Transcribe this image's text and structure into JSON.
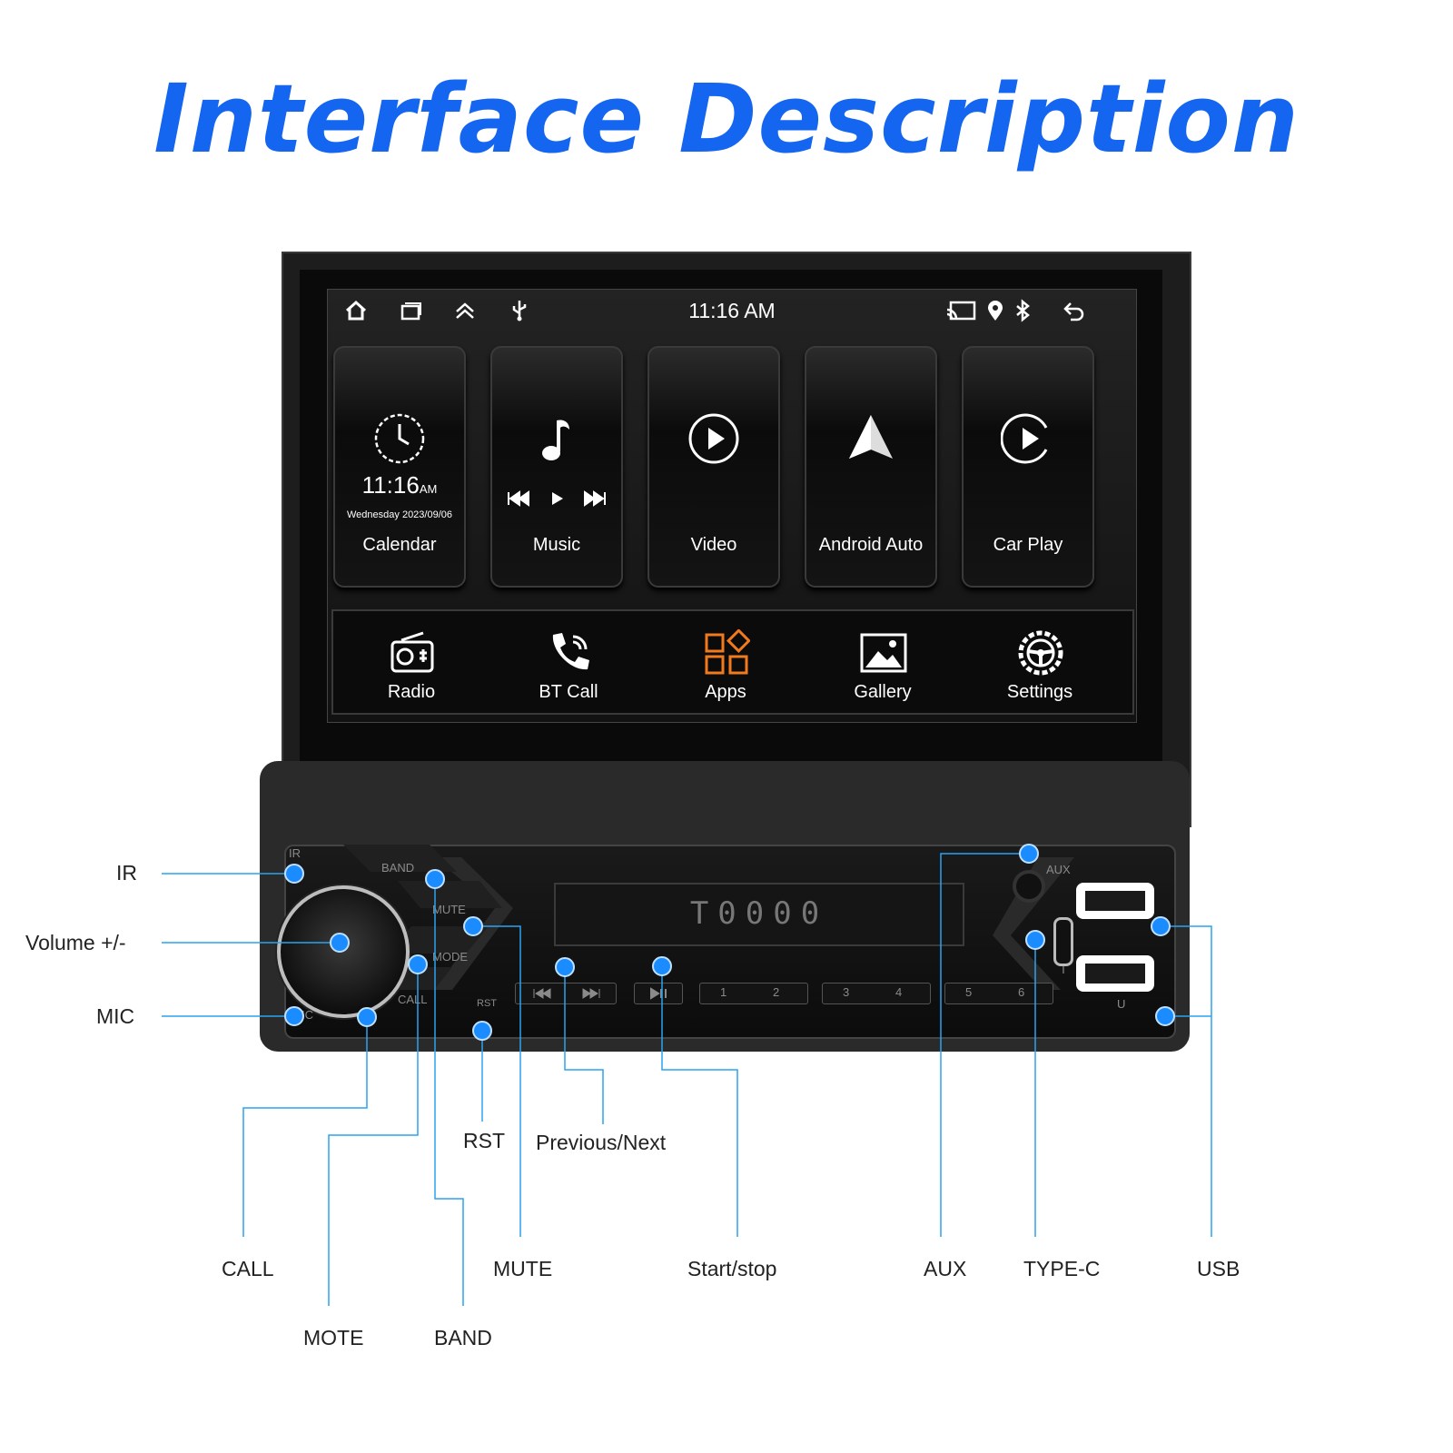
{
  "title": "Interface Description",
  "screen": {
    "status_time": "11:16 AM",
    "status_icons_left": [
      "home-icon",
      "recent-apps-icon",
      "collapse-icon",
      "usb-icon"
    ],
    "status_icons_right": [
      "cast-icon",
      "location-icon",
      "bluetooth-icon",
      "back-icon"
    ],
    "tiles": [
      {
        "label": "Calendar",
        "time": "11:16",
        "ampm": "AM",
        "date": "Wednesday 2023/09/06",
        "icon": "clock-icon"
      },
      {
        "label": "Music",
        "icon": "music-note-icon"
      },
      {
        "label": "Video",
        "icon": "play-circle-icon"
      },
      {
        "label": "Android Auto",
        "icon": "navigation-arrow-icon"
      },
      {
        "label": "Car Play",
        "icon": "play-circle-icon"
      }
    ],
    "dock": [
      {
        "label": "Radio",
        "icon": "radio-icon"
      },
      {
        "label": "BT Call",
        "icon": "phone-icon"
      },
      {
        "label": "Apps",
        "icon": "apps-grid-icon",
        "color": "#f07a1c"
      },
      {
        "label": "Gallery",
        "icon": "gallery-icon"
      },
      {
        "label": "Settings",
        "icon": "steering-wheel-icon"
      }
    ]
  },
  "faceplate": {
    "labels": {
      "ir": "IR",
      "band": "BAND",
      "mute": "MUTE",
      "mode": "MODE",
      "call": "CALL",
      "mic": "IC",
      "rst": "RST",
      "aux": "AUX",
      "type_c": "T",
      "usb": "U"
    },
    "lcd_text": "T0000",
    "presets": [
      "1",
      "2",
      "3",
      "4",
      "5",
      "6"
    ]
  },
  "callouts": {
    "ir": "IR",
    "volume": "Volume +/-",
    "mic": "MIC",
    "rst": "RST",
    "prev_next": "Previous/Next",
    "call": "CALL",
    "mute": "MUTE",
    "start_stop": "Start/stop",
    "aux": "AUX",
    "type_c": "TYPE-C",
    "usb": "USB",
    "mote": "MOTE",
    "band": "BAND"
  },
  "colors": {
    "title": "#1466f0",
    "callout_line": "#2aa4f0",
    "dot": "#1a8cff",
    "apps_icon": "#f07a1c"
  }
}
